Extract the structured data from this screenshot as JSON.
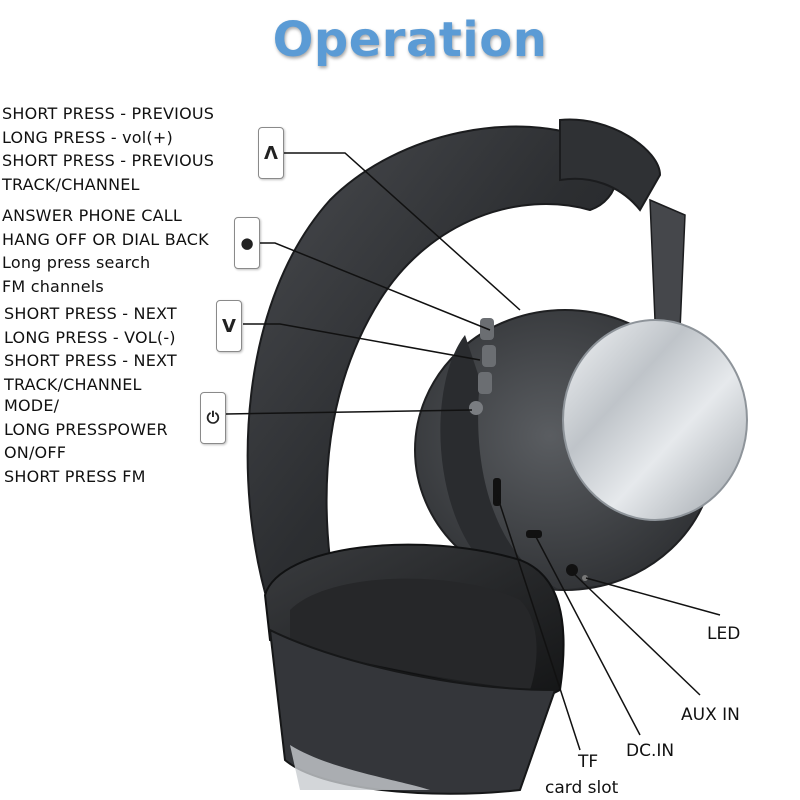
{
  "title": "Operation",
  "buttons": [
    {
      "icon": "chevron-up-icon",
      "glyph": "Λ",
      "lines": [
        "SHORT PRESS - PREVIOUS",
        "LONG PRESS - vol(+)",
        "SHORT PRESS - PREVIOUS",
        "TRACK/CHANNEL"
      ]
    },
    {
      "icon": "drop-icon",
      "glyph": "●",
      "lines": [
        "ANSWER PHONE CALL",
        "HANG OFF OR DIAL BACK",
        "Long press search",
        "FM channels"
      ]
    },
    {
      "icon": "chevron-down-icon",
      "glyph": "V",
      "lines": [
        "SHORT PRESS - NEXT",
        "LONG PRESS - VOL(-)",
        "SHORT PRESS - NEXT",
        "TRACK/CHANNEL"
      ]
    },
    {
      "icon": "power-icon",
      "glyph": "⏻",
      "lines": [
        "MODE/",
        "LONG PRESSPOWER",
        "ON/OFF",
        "SHORT PRESS FM"
      ]
    }
  ],
  "ports": {
    "led": "LED",
    "aux": "AUX IN",
    "dc": "DC.IN",
    "tf_line1": "TF",
    "tf_line2": "card slot"
  },
  "colors": {
    "title": "#5b9bd5",
    "headset": "#3b3d40",
    "cup_plate": "#c8ccd0"
  }
}
